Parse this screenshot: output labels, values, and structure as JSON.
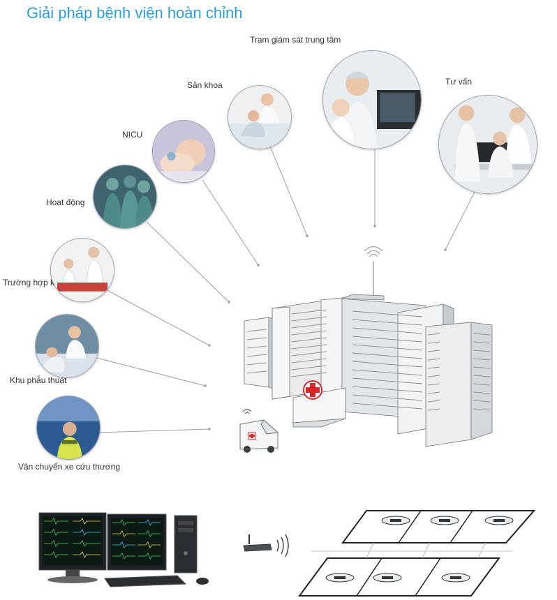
{
  "title": "Giải pháp bệnh viện hoàn chỉnh",
  "nodes": [
    {
      "id": "central",
      "label": "Trạm giám sát trung tâm",
      "icon": "central-station-photo-icon"
    },
    {
      "id": "obstetrics",
      "label": "Sản khoa",
      "icon": "obstetrics-photo-icon"
    },
    {
      "id": "nicu",
      "label": "NICU",
      "icon": "newborn-photo-icon"
    },
    {
      "id": "surgery",
      "label": "Hoạt động",
      "icon": "operating-room-photo-icon"
    },
    {
      "id": "emergency",
      "label": "Trường hợp k",
      "icon": "emergency-photo-icon"
    },
    {
      "id": "ward",
      "label": "Khu phẫu thuật",
      "icon": "ward-photo-icon"
    },
    {
      "id": "transport",
      "label": "Vận chuyển xe cứu thương",
      "icon": "ambulance-photo-icon"
    },
    {
      "id": "consult",
      "label": "Tư vấn",
      "icon": "consultation-photo-icon"
    }
  ],
  "center": {
    "icon": "hospital-building-icon",
    "ambulance_icon": "ambulance-icon"
  },
  "bottom": {
    "workstation_icon": "central-monitor-workstation-icon",
    "router_icon": "wireless-router-icon",
    "floorplan_icon": "ward-floorplan-icon"
  },
  "colors": {
    "title": "#2a9fd6",
    "red_cross": "#d62828"
  }
}
